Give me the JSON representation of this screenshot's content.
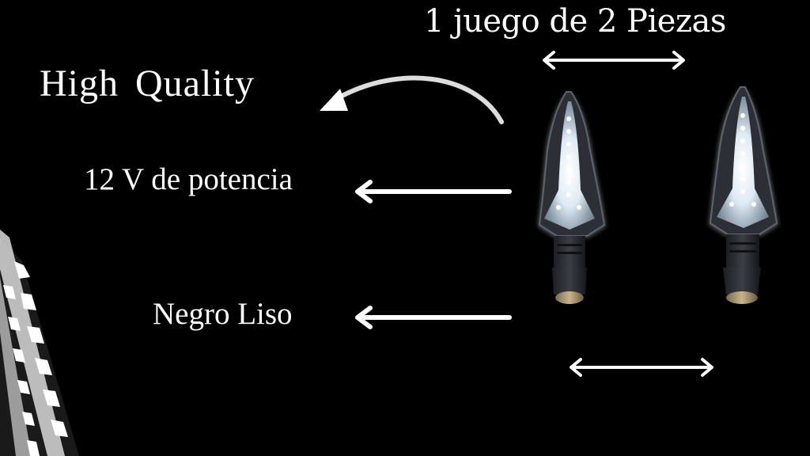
{
  "banner": {
    "headline": "1 juego de 2 Piezas",
    "features": {
      "quality": "High  Quality",
      "voltage": "12 V de potencia",
      "color": "Negro Liso"
    }
  },
  "icons": {
    "left_arrows": "arrow-left-icon",
    "double_arrows": "double-arrow-icon",
    "curved_arrow": "curved-arrow-icon"
  },
  "colors": {
    "background": "#000000",
    "text": "#ffffff",
    "led": "#e8f4ff",
    "housing": "#2a2d33"
  }
}
